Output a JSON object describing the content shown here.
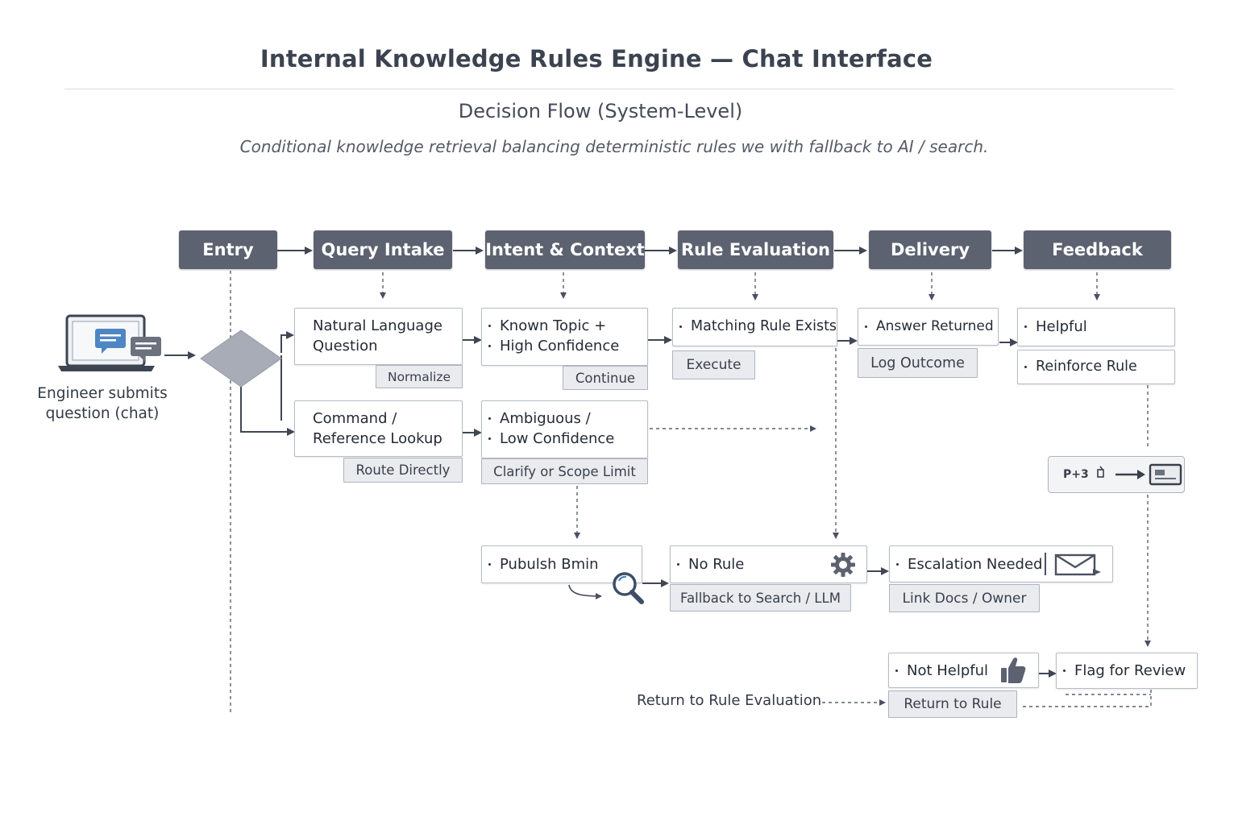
{
  "header": {
    "title": "Internal Knowledge Rules Engine — Chat Interface",
    "subtitle": "Decision Flow (System-Level)",
    "caption": "Conditional knowledge retrieval balancing deterministic rules we with fallback to AI / search."
  },
  "stages": [
    "Entry",
    "Query Intake",
    "Intent & Context",
    "Rule Evaluation",
    "Delivery",
    "Feedback"
  ],
  "entry": {
    "label_line1": "Engineer submits",
    "label_line2": "question (chat)",
    "icon": "laptop-chat-icon"
  },
  "query_intake": {
    "natural_language": {
      "line1": "Natural Language",
      "line2": "Question",
      "tag": "Normalize"
    },
    "command_lookup": {
      "line1": "Command /",
      "line2": "Reference Lookup",
      "tag": "Route Directly"
    }
  },
  "intent_context": {
    "known_topic": {
      "line1": "Known Topic +",
      "line2": "High Confidence",
      "tag": "Continue"
    },
    "ambiguous": {
      "line1": "Ambiguous /",
      "line2": "Low Confidence",
      "tag": "Clarify or Scope Limit"
    },
    "publish": {
      "label": "Pubulsh Bmin",
      "icon": "magnifier-icon"
    }
  },
  "rule_evaluation": {
    "matching": {
      "label": "Matching Rule Exists",
      "tag": "Execute"
    },
    "no_rule": {
      "label": "No Rule",
      "tag": "Fallback to Search / LLM",
      "icon": "gear-icon"
    }
  },
  "delivery": {
    "answer": {
      "label": "Answer Returned",
      "tag": "Log Outcome"
    },
    "escalation": {
      "label": "Escalation Needed",
      "tag": "Link Docs / Owner",
      "icon": "envelope-icon"
    }
  },
  "feedback": {
    "helpful": {
      "label": "Helpful",
      "tag": "Reinforce Rule"
    },
    "widget_text": "P+3",
    "not_helpful": {
      "label": "Not Helpful",
      "icon": "thumbs-up-icon"
    },
    "flag": {
      "label": "Flag for Review"
    },
    "return_tag": "Return to Rule",
    "return_label": "Return to Rule Evaluation"
  },
  "colors": {
    "stage_bg": "#5c6270",
    "connector": "#3f4654",
    "icon_blue": "#4e86c4",
    "tag_bg": "#e9ebef"
  }
}
